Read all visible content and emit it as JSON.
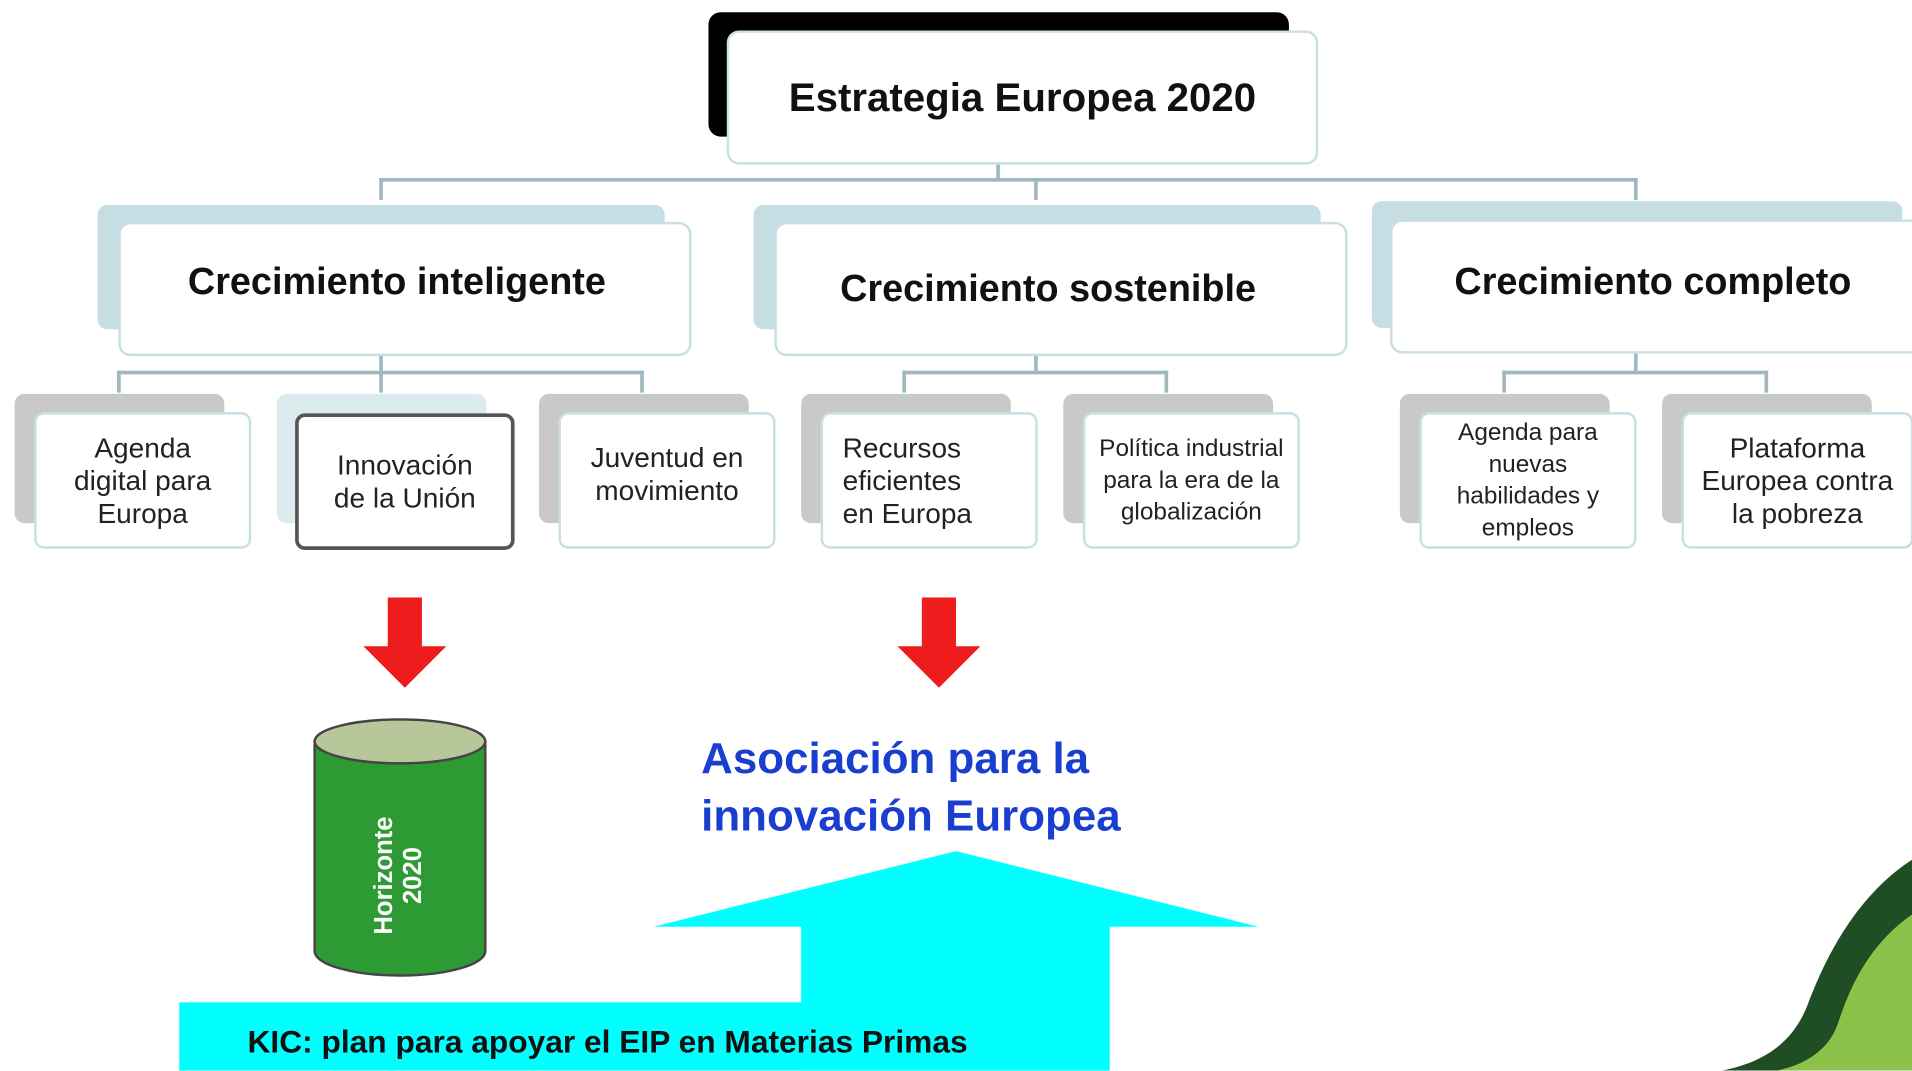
{
  "root": {
    "title": "Estrategia Europea 2020"
  },
  "pillars": [
    {
      "label": "Crecimiento inteligente"
    },
    {
      "label": "Crecimiento sostenible"
    },
    {
      "label": "Crecimiento completo"
    }
  ],
  "initiatives": [
    {
      "label": "Agenda digital para Europa"
    },
    {
      "label": "Innovación de la Unión"
    },
    {
      "label": "Juventud en movimiento"
    },
    {
      "label": "Recursos eficientes en Europa"
    },
    {
      "label": "Política industrial para la era de la globalización"
    },
    {
      "label": "Agenda para nuevas habilidades y empleos"
    },
    {
      "label": "Plataforma Europea contra la pobreza"
    }
  ],
  "horizon": {
    "line1": "Horizonte",
    "line2": "2020"
  },
  "eip": {
    "line1": "Asociación para la",
    "line2": "innovación Europea"
  },
  "kic": {
    "label": "KIC: plan para apoyar el EIP en Materias Primas"
  },
  "colors": {
    "red_arrow": "#ee1c1c",
    "cyan_arrow": "#00ffff",
    "horizon_green": "#2e9a33",
    "eip_blue": "#1a3fd0",
    "leaf_dark": "#1f4d24",
    "leaf_light": "#8bc34a"
  }
}
